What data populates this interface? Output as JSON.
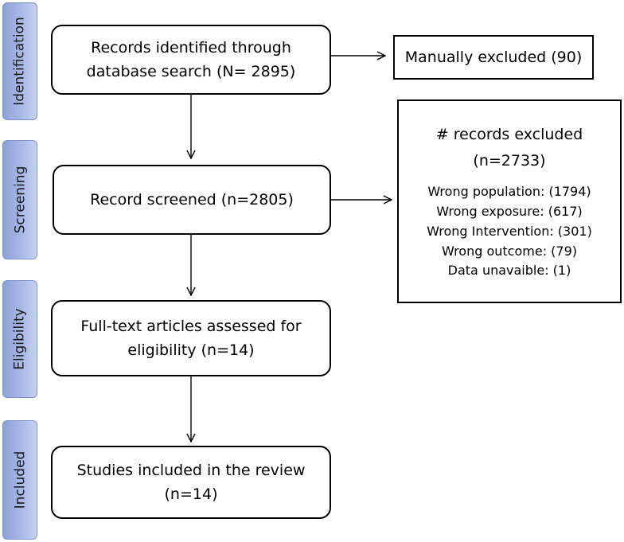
{
  "stages": [
    "Identification",
    "Screening",
    "Eligibility",
    "Included"
  ],
  "boxes": {
    "identified": {
      "line1": "Records identified through",
      "line2": "database search (N= 2895)"
    },
    "manual_excluded": {
      "text": "Manually excluded (90)"
    },
    "screened": {
      "text": "Record screened (n=2805)"
    },
    "excluded": {
      "title1": "# records excluded",
      "title2": "(n=2733)",
      "items": [
        "Wrong population: (1794)",
        "Wrong exposure: (617)",
        "Wrong Intervention: (301)",
        "Wrong outcome: (79)",
        "Data unavaible: (1)"
      ]
    },
    "fulltext": {
      "line1": "Full-text articles assessed for",
      "line2": "eligibility (n=14)"
    },
    "included": {
      "line1": "Studies included in the review",
      "line2": "(n=14)"
    }
  }
}
